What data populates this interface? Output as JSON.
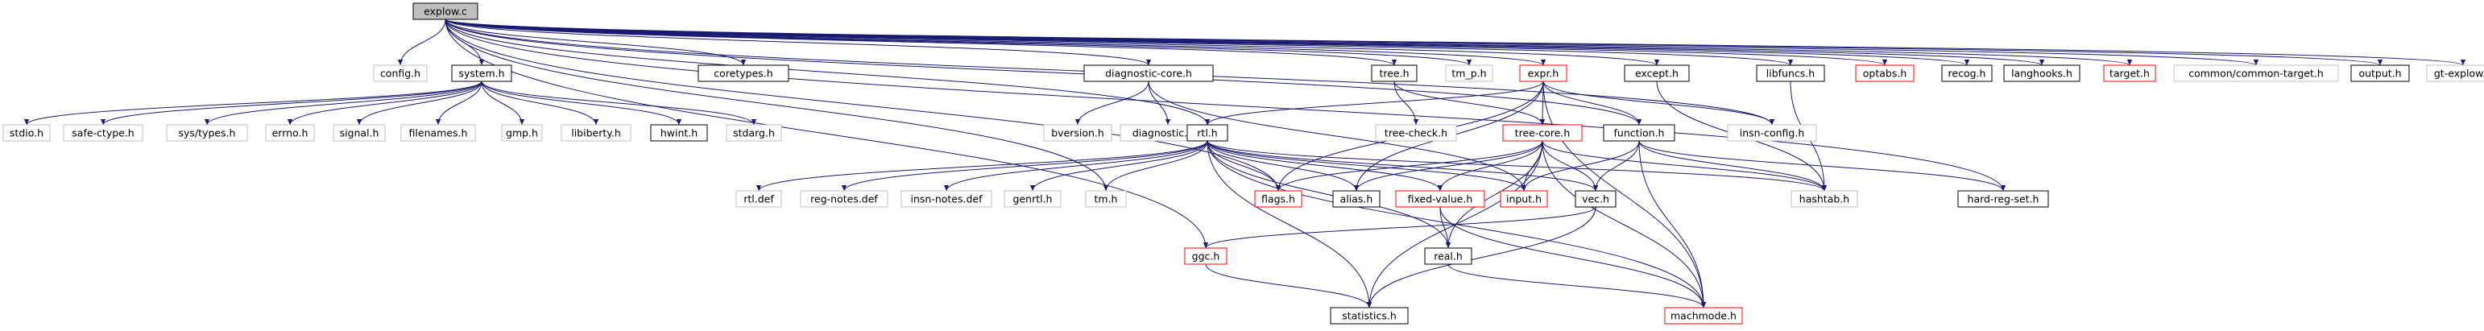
{
  "graph": {
    "colors": {
      "edge": "#191970",
      "edge_red": "#cc0000",
      "border_black": "#000000",
      "border_gray": "#bfbfbf",
      "border_red": "#ff0000",
      "root_fill": "#bfbfbf",
      "text": "#000000"
    },
    "nodes": [
      {
        "id": "explow",
        "label": "explow.c",
        "style": "root"
      },
      {
        "id": "config",
        "label": "config.h",
        "style": "gray"
      },
      {
        "id": "system",
        "label": "system.h",
        "style": "black"
      },
      {
        "id": "coretypes",
        "label": "coretypes.h",
        "style": "black"
      },
      {
        "id": "diagcore",
        "label": "diagnostic-core.h",
        "style": "black"
      },
      {
        "id": "treeh",
        "label": "tree.h",
        "style": "black"
      },
      {
        "id": "tmp",
        "label": "tm_p.h",
        "style": "gray"
      },
      {
        "id": "expr",
        "label": "expr.h",
        "style": "red"
      },
      {
        "id": "except",
        "label": "except.h",
        "style": "black"
      },
      {
        "id": "libfuncs",
        "label": "libfuncs.h",
        "style": "black"
      },
      {
        "id": "optabs",
        "label": "optabs.h",
        "style": "red"
      },
      {
        "id": "recog",
        "label": "recog.h",
        "style": "black"
      },
      {
        "id": "langhooks",
        "label": "langhooks.h",
        "style": "black"
      },
      {
        "id": "target",
        "label": "target.h",
        "style": "red"
      },
      {
        "id": "commontarget",
        "label": "common/common-target.h",
        "style": "gray"
      },
      {
        "id": "output",
        "label": "output.h",
        "style": "black"
      },
      {
        "id": "gtexplow",
        "label": "gt-explow.h",
        "style": "gray"
      },
      {
        "id": "stdio",
        "label": "stdio.h",
        "style": "gray"
      },
      {
        "id": "safectype",
        "label": "safe-ctype.h",
        "style": "gray"
      },
      {
        "id": "systypes",
        "label": "sys/types.h",
        "style": "gray"
      },
      {
        "id": "errno",
        "label": "errno.h",
        "style": "gray"
      },
      {
        "id": "signal",
        "label": "signal.h",
        "style": "gray"
      },
      {
        "id": "filenames",
        "label": "filenames.h",
        "style": "gray"
      },
      {
        "id": "gmp",
        "label": "gmp.h",
        "style": "gray"
      },
      {
        "id": "libiberty",
        "label": "libiberty.h",
        "style": "gray"
      },
      {
        "id": "hwint",
        "label": "hwint.h",
        "style": "black"
      },
      {
        "id": "stdarg",
        "label": "stdarg.h",
        "style": "gray"
      },
      {
        "id": "bversion",
        "label": "bversion.h",
        "style": "gray"
      },
      {
        "id": "diagdef",
        "label": "diagnostic.def",
        "style": "gray"
      },
      {
        "id": "treecheck",
        "label": "tree-check.h",
        "style": "gray"
      },
      {
        "id": "rtl",
        "label": "rtl.h",
        "style": "black"
      },
      {
        "id": "treecore",
        "label": "tree-core.h",
        "style": "red"
      },
      {
        "id": "function",
        "label": "function.h",
        "style": "black"
      },
      {
        "id": "insnconfig",
        "label": "insn-config.h",
        "style": "gray"
      },
      {
        "id": "rtldef",
        "label": "rtl.def",
        "style": "gray"
      },
      {
        "id": "regnotes",
        "label": "reg-notes.def",
        "style": "gray"
      },
      {
        "id": "insnnotes",
        "label": "insn-notes.def",
        "style": "gray"
      },
      {
        "id": "genrtl",
        "label": "genrtl.h",
        "style": "gray"
      },
      {
        "id": "tmh",
        "label": "tm.h",
        "style": "gray"
      },
      {
        "id": "flags",
        "label": "flags.h",
        "style": "red"
      },
      {
        "id": "alias",
        "label": "alias.h",
        "style": "black"
      },
      {
        "id": "fixedvalue",
        "label": "fixed-value.h",
        "style": "red"
      },
      {
        "id": "input",
        "label": "input.h",
        "style": "red"
      },
      {
        "id": "vec",
        "label": "vec.h",
        "style": "black"
      },
      {
        "id": "hashtab",
        "label": "hashtab.h",
        "style": "gray"
      },
      {
        "id": "hardregset",
        "label": "hard-reg-set.h",
        "style": "black"
      },
      {
        "id": "ggc",
        "label": "ggc.h",
        "style": "red"
      },
      {
        "id": "real",
        "label": "real.h",
        "style": "black"
      },
      {
        "id": "statistics",
        "label": "statistics.h",
        "style": "black"
      },
      {
        "id": "machmode",
        "label": "machmode.h",
        "style": "red"
      }
    ],
    "edges": [
      [
        "explow",
        "config"
      ],
      [
        "explow",
        "system"
      ],
      [
        "explow",
        "coretypes"
      ],
      [
        "explow",
        "diagcore"
      ],
      [
        "explow",
        "treeh"
      ],
      [
        "explow",
        "tmp"
      ],
      [
        "explow",
        "expr"
      ],
      [
        "explow",
        "except"
      ],
      [
        "explow",
        "libfuncs"
      ],
      [
        "explow",
        "optabs"
      ],
      [
        "explow",
        "recog"
      ],
      [
        "explow",
        "langhooks"
      ],
      [
        "explow",
        "target"
      ],
      [
        "explow",
        "commontarget"
      ],
      [
        "explow",
        "output"
      ],
      [
        "explow",
        "gtexplow"
      ],
      [
        "explow",
        "rtl"
      ],
      [
        "explow",
        "flags"
      ],
      [
        "explow",
        "function"
      ],
      [
        "explow",
        "insnconfig"
      ],
      [
        "explow",
        "hardregset"
      ],
      [
        "explow",
        "ggc"
      ],
      [
        "explow",
        "tmh"
      ],
      [
        "system",
        "stdio"
      ],
      [
        "system",
        "safectype"
      ],
      [
        "system",
        "systypes"
      ],
      [
        "system",
        "errno"
      ],
      [
        "system",
        "signal"
      ],
      [
        "system",
        "filenames"
      ],
      [
        "system",
        "gmp"
      ],
      [
        "system",
        "libiberty"
      ],
      [
        "system",
        "hwint"
      ],
      [
        "system",
        "stdarg"
      ],
      [
        "diagcore",
        "bversion"
      ],
      [
        "diagcore",
        "diagdef"
      ],
      [
        "diagcore",
        "input"
      ],
      [
        "treeh",
        "treecheck"
      ],
      [
        "treeh",
        "treecore"
      ],
      [
        "expr",
        "rtl"
      ],
      [
        "expr",
        "treecore"
      ],
      [
        "expr",
        "function"
      ],
      [
        "expr",
        "insnconfig"
      ],
      [
        "expr",
        "flags"
      ],
      [
        "expr",
        "alias"
      ],
      [
        "expr",
        "machmode"
      ],
      [
        "except",
        "hashtab"
      ],
      [
        "libfuncs",
        "hashtab"
      ],
      [
        "rtl",
        "rtldef"
      ],
      [
        "rtl",
        "regnotes"
      ],
      [
        "rtl",
        "insnnotes"
      ],
      [
        "rtl",
        "genrtl"
      ],
      [
        "rtl",
        "tmh"
      ],
      [
        "rtl",
        "flags"
      ],
      [
        "rtl",
        "alias"
      ],
      [
        "rtl",
        "fixedvalue"
      ],
      [
        "rtl",
        "input"
      ],
      [
        "rtl",
        "vec"
      ],
      [
        "rtl",
        "hashtab"
      ],
      [
        "rtl",
        "real"
      ],
      [
        "rtl",
        "statistics"
      ],
      [
        "rtl",
        "machmode"
      ],
      [
        "treecore",
        "flags"
      ],
      [
        "treecore",
        "alias"
      ],
      [
        "treecore",
        "fixedvalue"
      ],
      [
        "treecore",
        "input"
      ],
      [
        "treecore",
        "vec"
      ],
      [
        "treecore",
        "hashtab"
      ],
      [
        "treecore",
        "real"
      ],
      [
        "treecore",
        "statistics"
      ],
      [
        "treecore",
        "machmode"
      ],
      [
        "function",
        "hashtab"
      ],
      [
        "function",
        "vec"
      ],
      [
        "function",
        "input"
      ],
      [
        "function",
        "hardregset"
      ],
      [
        "function",
        "machmode"
      ],
      [
        "vec",
        "ggc"
      ],
      [
        "vec",
        "statistics"
      ],
      [
        "ggc",
        "statistics"
      ],
      [
        "fixedvalue",
        "real"
      ],
      [
        "fixedvalue",
        "machmode"
      ],
      [
        "real",
        "machmode"
      ]
    ]
  }
}
